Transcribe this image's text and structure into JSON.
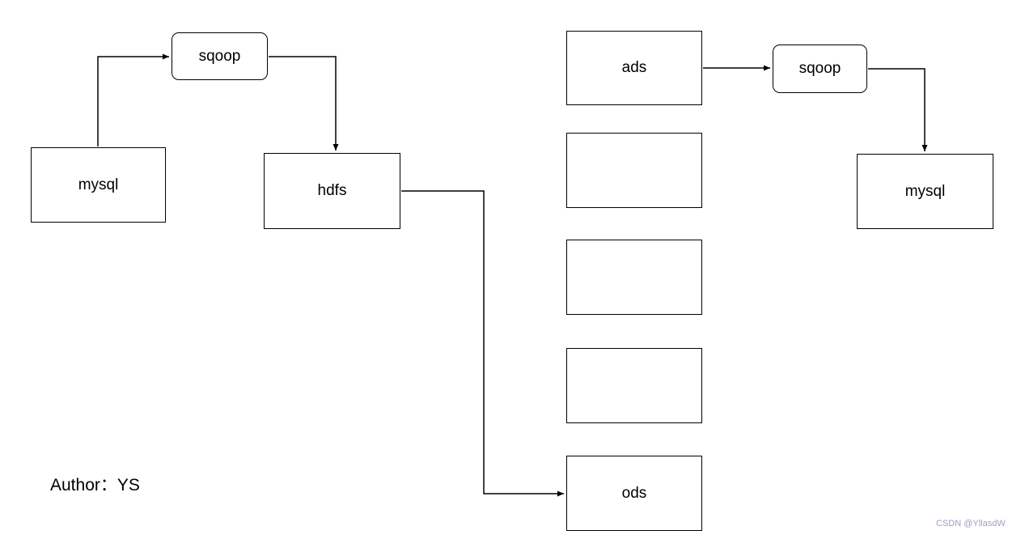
{
  "diagram": {
    "nodes": {
      "mysql_left": {
        "label": "mysql",
        "shape": "rectangle"
      },
      "sqoop_left": {
        "label": "sqoop",
        "shape": "rounded-rectangle"
      },
      "hdfs": {
        "label": "hdfs",
        "shape": "rectangle"
      },
      "ads": {
        "label": "ads",
        "shape": "rectangle"
      },
      "empty_1": {
        "label": "",
        "shape": "rectangle"
      },
      "empty_2": {
        "label": "",
        "shape": "rectangle"
      },
      "empty_3": {
        "label": "",
        "shape": "rectangle"
      },
      "ods": {
        "label": "ods",
        "shape": "rectangle"
      },
      "sqoop_right": {
        "label": "sqoop",
        "shape": "rounded-rectangle"
      },
      "mysql_right": {
        "label": "mysql",
        "shape": "rectangle"
      }
    },
    "connections": [
      {
        "from": "mysql_left",
        "to": "sqoop_left"
      },
      {
        "from": "sqoop_left",
        "to": "hdfs"
      },
      {
        "from": "hdfs",
        "to": "ods"
      },
      {
        "from": "ads",
        "to": "sqoop_right"
      },
      {
        "from": "sqoop_right",
        "to": "mysql_right"
      }
    ],
    "author_label": "Author：YS",
    "watermark": "CSDN @YllasdW",
    "colors": {
      "background": "#ffffff",
      "stroke": "#000000",
      "watermark": "#9b9fc8"
    }
  }
}
